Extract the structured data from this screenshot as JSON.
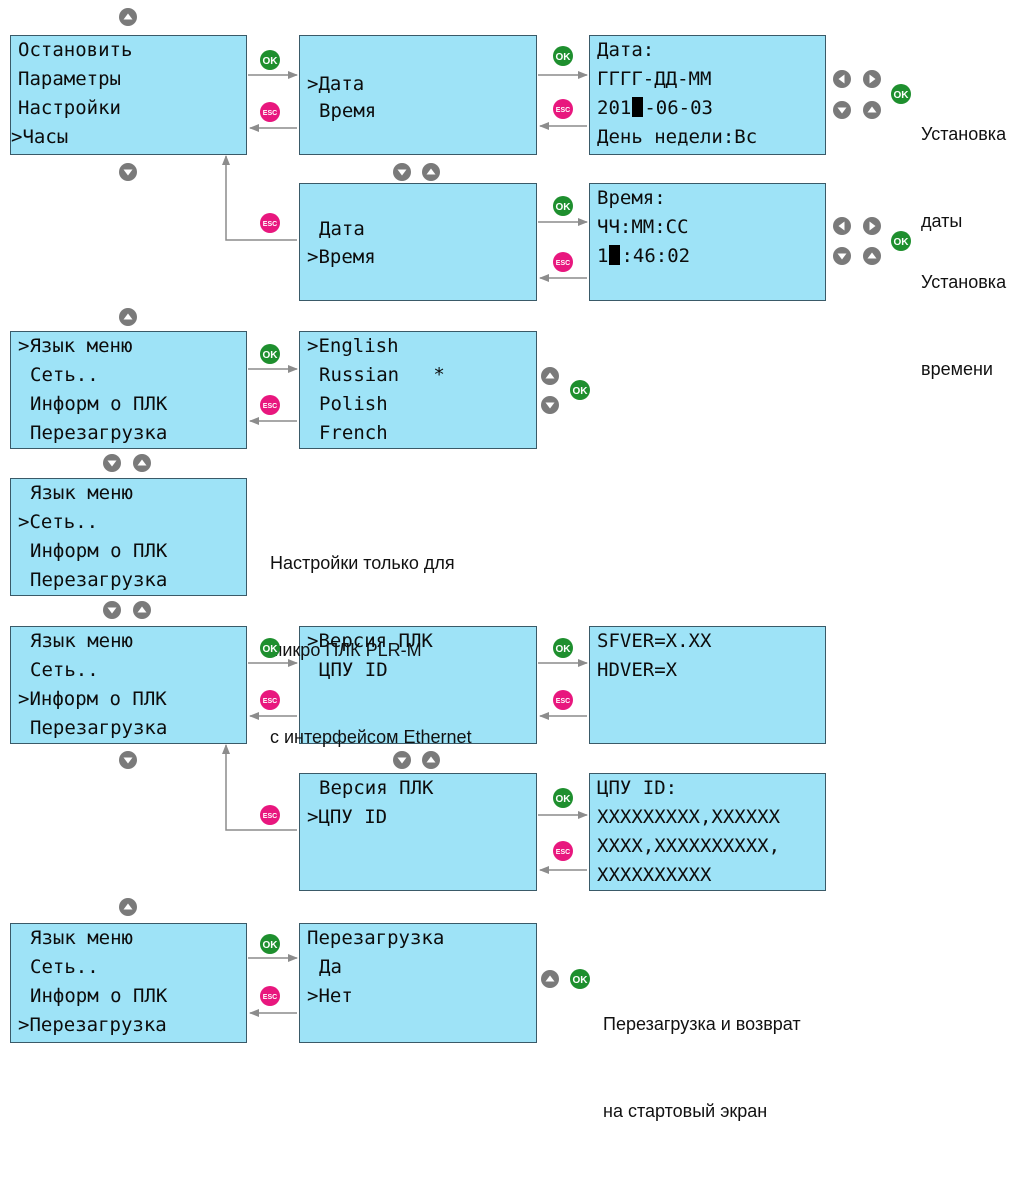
{
  "colors": {
    "screen_bg": "#9ee3f7",
    "screen_border": "#3a5a68",
    "ok_button": "#1e8f2e",
    "esc_button": "#e8177e",
    "nav_button": "#7a7a7a",
    "arrow_line": "#8c8c8c"
  },
  "buttons": {
    "ok": "OK",
    "esc": "ESC"
  },
  "screens": {
    "main_menu": [
      "Остановить",
      "Параметры",
      "Настройки",
      ">Часы"
    ],
    "clock_menu_date": [
      ">Дата",
      "Время"
    ],
    "clock_menu_time": [
      "Дата",
      ">Время"
    ],
    "date_set": {
      "title": "Дата:",
      "format": "ГГГГ-ДД-ММ",
      "value_before_cursor": "201",
      "value_after_cursor": "-06-03",
      "weekday": "День недели:Вс"
    },
    "time_set": {
      "title": "Время:",
      "format": "ЧЧ:ММ:СС",
      "value_before_cursor": "1",
      "value_after_cursor": ":46:02"
    },
    "settings_lang": [
      ">Язык меню",
      "Сеть..",
      "Информ о ПЛК",
      "Перезагрузка"
    ],
    "languages": [
      ">English",
      "Russian   *",
      "Polish",
      "French"
    ],
    "settings_net": [
      "Язык меню",
      ">Сеть..",
      "Информ о ПЛК",
      "Перезагрузка"
    ],
    "settings_info": [
      "Язык меню",
      "Сеть..",
      ">Информ о ПЛК",
      "Перезагрузка"
    ],
    "info_menu_version": [
      ">Версия ПЛК",
      "ЦПУ ID"
    ],
    "info_menu_cpu": [
      "Версия ПЛК",
      ">ЦПУ ID"
    ],
    "version_info": [
      "SFVER=X.XX",
      "HDVER=X"
    ],
    "cpu_id": [
      "ЦПУ ID:",
      "XXXXXXXXX,XXXXXX",
      "XXXX,XXXXXXXXXX,",
      "XXXXXXXXXX"
    ],
    "settings_reboot": [
      "Язык меню",
      "Сеть..",
      "Информ о ПЛК",
      ">Перезагрузка"
    ],
    "reboot_confirm": [
      "Перезагрузка",
      "Да",
      ">Нет"
    ]
  },
  "notes": {
    "date_setting": [
      "Установка",
      "даты"
    ],
    "time_setting": [
      "Установка",
      "времени"
    ],
    "ethernet_only": [
      "Настройки только для",
      "микро ПЛК PLR-M",
      "с интерфейсом Ethernet"
    ],
    "reboot": [
      "Перезагрузка и возврат",
      "на стартовый экран"
    ]
  }
}
